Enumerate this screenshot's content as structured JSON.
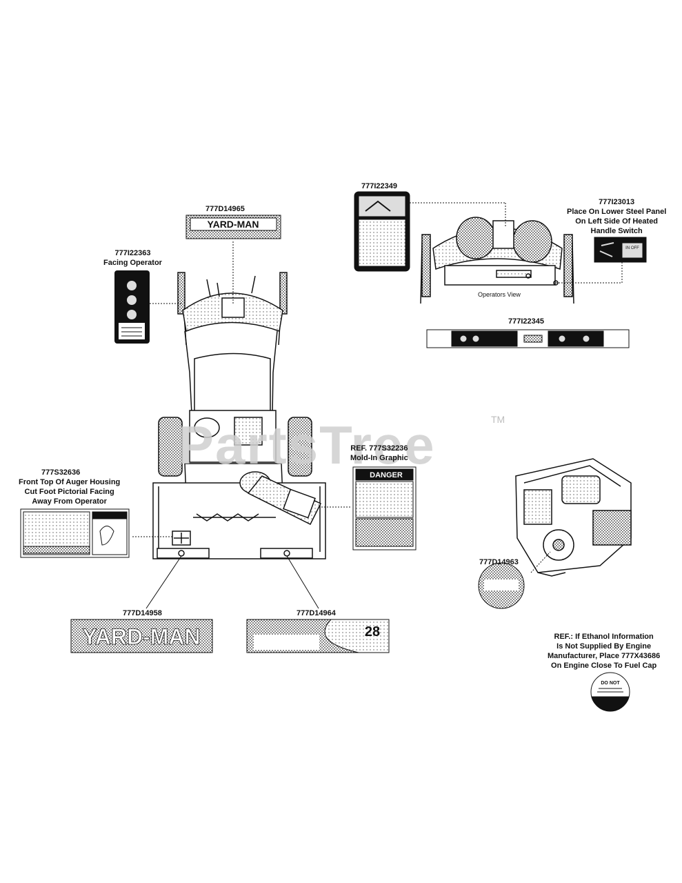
{
  "watermark": {
    "text": "PartsTree",
    "tm": "TM"
  },
  "labels": {
    "decal_top": {
      "part": "777D14965"
    },
    "decal_facing": {
      "part": "777I22363",
      "note": "Facing Operator"
    },
    "decal_auger": {
      "part": "777S32636",
      "note1": "Front Top Of Auger Housing",
      "note2": "Cut Foot Pictorial Facing",
      "note3": "Away From Operator"
    },
    "decal_mold": {
      "part": "REF. 777S32236",
      "note": "Mold-In Graphic"
    },
    "decal_yardman": {
      "part": "777D14958"
    },
    "decal_28": {
      "part": "777D14964"
    },
    "decal_panel": {
      "part": "777I22349"
    },
    "decal_heated": {
      "part": "777I23013",
      "note1": "Place On Lower Steel Panel",
      "note2": "On Left Side Of Heated",
      "note3": "Handle Switch"
    },
    "operators_view": {
      "text": "Operators View"
    },
    "decal_dash": {
      "part": "777I22345"
    },
    "decal_engine": {
      "part": "777D14963"
    }
  },
  "decal_text": {
    "yardman": "YARD-MAN",
    "yardman_small": "YARD-MAN",
    "number_28": "28",
    "danger": "DANGER",
    "do_not": "DO NOT",
    "in_off": "IN  OFF"
  },
  "ref_note": {
    "line1": "REF.: If Ethanol Information",
    "line2": "Is Not Supplied By Engine",
    "line3": "Manufacturer, Place 777X43686",
    "line4": "On Engine Close To Fuel Cap"
  },
  "colors": {
    "ink": "#111111",
    "stipple": "#7a7a7a",
    "watermark": "#cfcfcf"
  }
}
